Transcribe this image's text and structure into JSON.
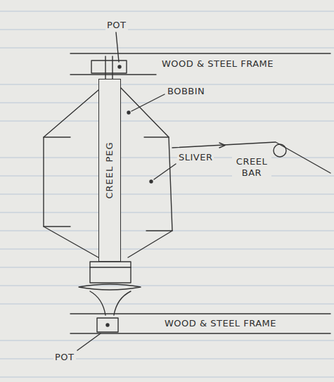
{
  "diagram": {
    "nodes": [
      {
        "text": [
          "CREEL PEG"
        ]
      }
    ],
    "labels": [
      "POT",
      "WOOD & STEEL FRAME",
      "BOBBIN",
      "SLIVER",
      "CREEL BAR",
      "WOOD & STEEL FRAME",
      "POT"
    ]
  }
}
